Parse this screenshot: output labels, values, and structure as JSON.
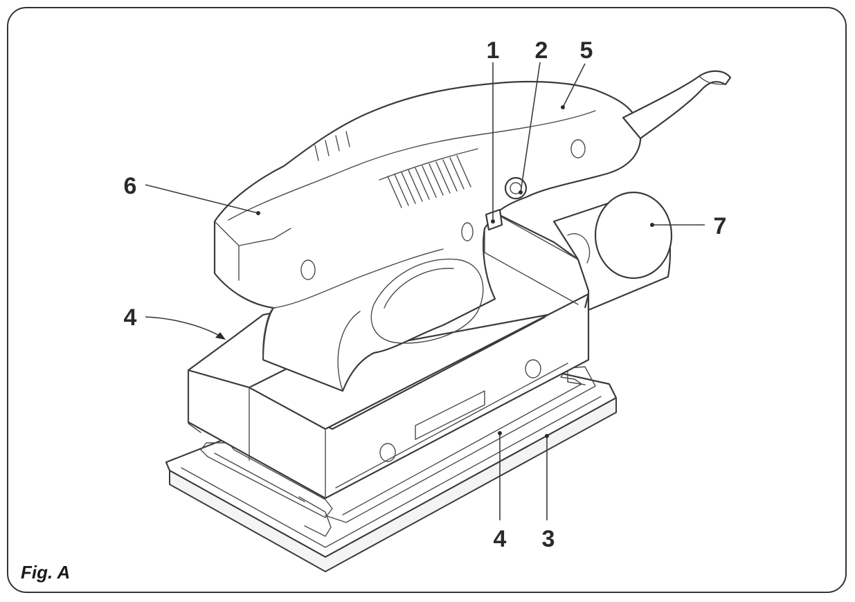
{
  "figure": {
    "caption": "Fig. A",
    "callouts": [
      "1",
      "2",
      "5",
      "6",
      "7",
      "4",
      "4",
      "3"
    ]
  }
}
